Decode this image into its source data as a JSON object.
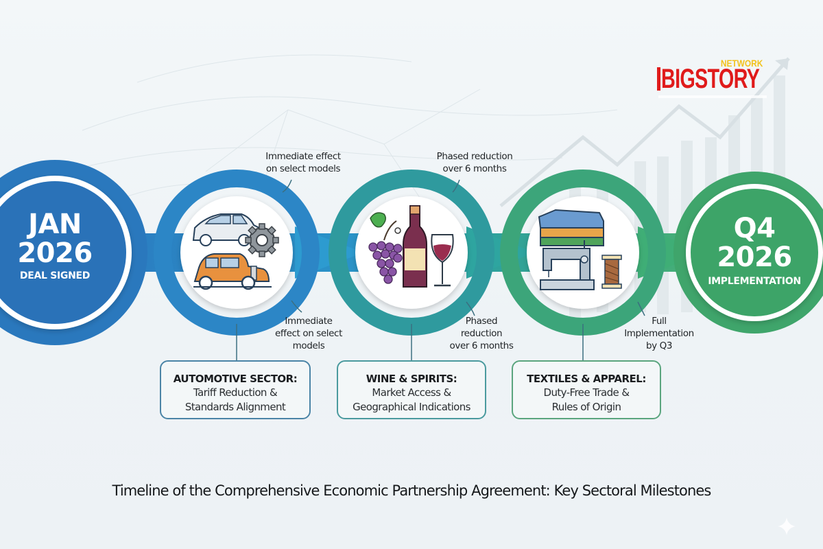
{
  "logo": {
    "top_text": "NETWORK",
    "main_text": "BIGSTORY",
    "colors": {
      "main": "#e01b1b",
      "top": "#f2c21b"
    }
  },
  "milestones": {
    "start": {
      "line1": "JAN",
      "line2": "2026",
      "sub": "DEAL SIGNED",
      "color": "#2a78bd"
    },
    "end": {
      "line1": "Q4",
      "line2": "2026",
      "sub": "IMPLEMENTATION",
      "color": "#3fa56b"
    }
  },
  "sectors": [
    {
      "icon": "automotive-icon",
      "ring_color": "#2c86c6",
      "note_top": [
        "Immediate effect",
        "on select models"
      ],
      "note_bottom": [
        "Immediate",
        "effect on select",
        "models"
      ],
      "box_title": "AUTOMOTIVE SECTOR:",
      "box_desc": [
        "Tariff Reduction &",
        "Standards Alignment"
      ]
    },
    {
      "icon": "wine-spirits-icon",
      "ring_color": "#2f9a9e",
      "note_top": [
        "Phased reduction",
        "over 6 months"
      ],
      "note_bottom": [
        "Phased",
        "reduction",
        "over 6 months"
      ],
      "box_title": "WINE & SPIRITS:",
      "box_desc": [
        "Market Access &",
        "Geographical Indications"
      ]
    },
    {
      "icon": "textiles-apparel-icon",
      "ring_color": "#3ca57a",
      "note_top": [],
      "note_bottom": [
        "Full",
        "Implementation",
        "by Q3"
      ],
      "box_title": "TEXTILES & APPAREL:",
      "box_desc": [
        "Duty-Free Trade &",
        "Rules of Origin"
      ]
    }
  ],
  "caption": "Timeline of the Comprehensive Economic Partnership Agreement: Key Sectoral Milestones"
}
